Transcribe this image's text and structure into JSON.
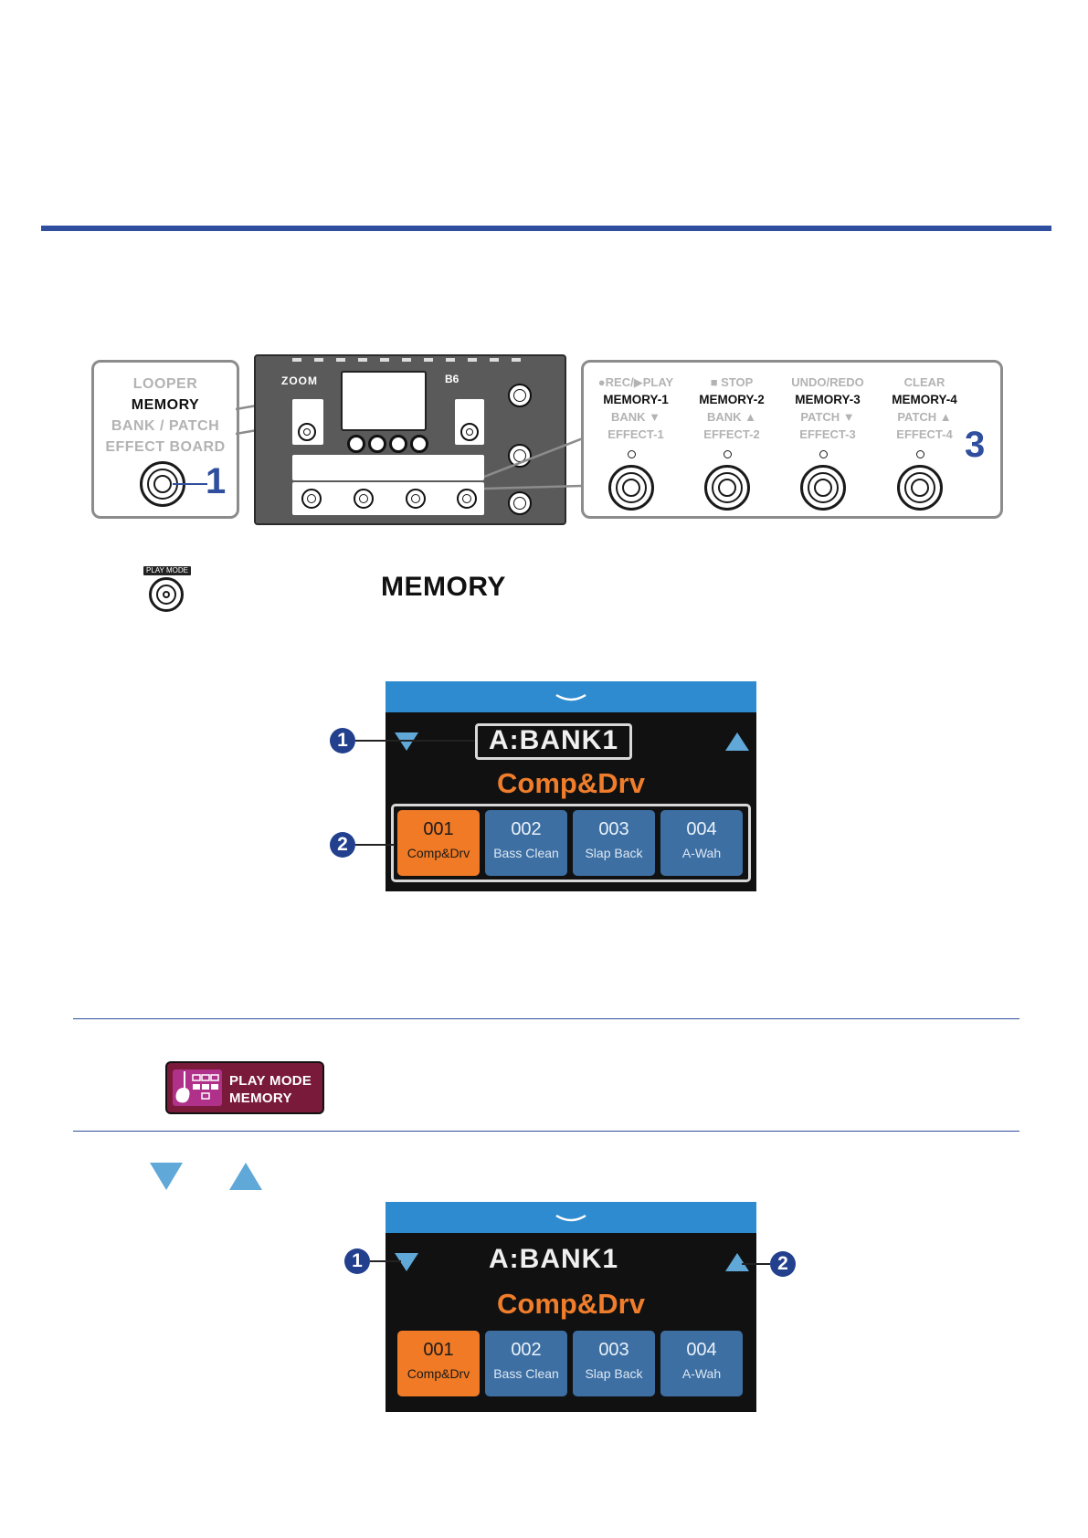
{
  "modes": [
    "LOOPER",
    "MEMORY",
    "BANK / PATCH",
    "EFFECT BOARD"
  ],
  "active_mode": "MEMORY",
  "callouts": {
    "one": "1",
    "three": "3"
  },
  "footswitch_columns": [
    {
      "top": "●REC/▶PLAY",
      "memory": "MEMORY-1",
      "bankpatch": "BANK ▼",
      "effect": "EFFECT-1"
    },
    {
      "top": "■ STOP",
      "memory": "MEMORY-2",
      "bankpatch": "BANK ▲",
      "effect": "EFFECT-2"
    },
    {
      "top": "UNDO/REDO",
      "memory": "MEMORY-3",
      "bankpatch": "PATCH ▼",
      "effect": "EFFECT-3"
    },
    {
      "top": "CLEAR",
      "memory": "MEMORY-4",
      "bankpatch": "PATCH ▲",
      "effect": "EFFECT-4"
    }
  ],
  "device": {
    "brand": "ZOOM",
    "model": "B6"
  },
  "play_mode_label": "PLAY MODE",
  "memory_heading": "MEMORY",
  "lcd": {
    "bank": "A:BANK1",
    "patch_name": "Comp&Drv",
    "tiles": [
      {
        "num": "001",
        "name": "Comp&Drv",
        "selected": true
      },
      {
        "num": "002",
        "name": "Bass Clean",
        "selected": false
      },
      {
        "num": "003",
        "name": "Slap Back",
        "selected": false
      },
      {
        "num": "004",
        "name": "A-Wah",
        "selected": false
      }
    ]
  },
  "badges": {
    "b1": "1",
    "b2": "2"
  },
  "play_mode_badge": {
    "line1": "PLAY MODE",
    "line2": "MEMORY"
  },
  "colors": {
    "accent_blue": "#2f4e9e",
    "lcd_header": "#2e8bd0",
    "patch_orange": "#f07d2b",
    "tile_blue": "#3d6fa3",
    "arrow_blue": "#5fa8d8"
  }
}
